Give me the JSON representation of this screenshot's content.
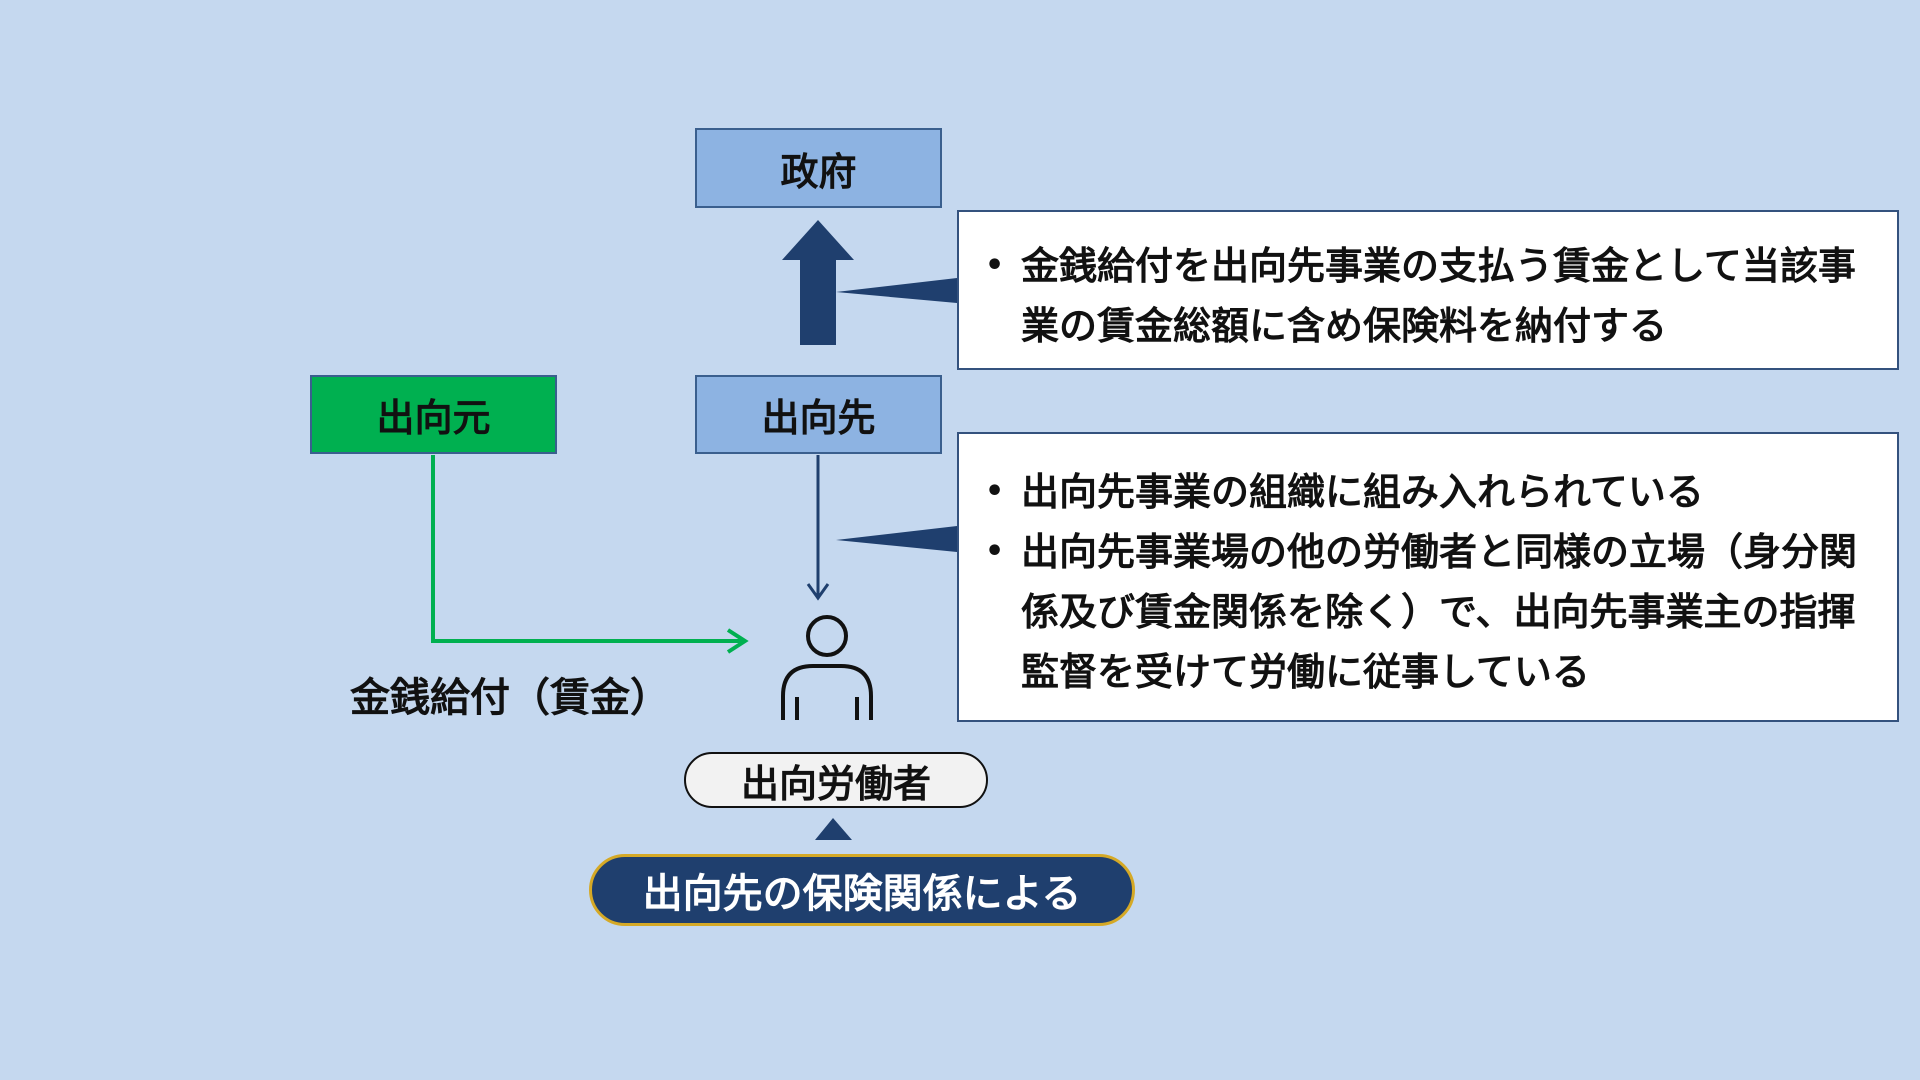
{
  "diagram": {
    "nodes": {
      "government": "政府",
      "destination": "出向先",
      "origin": "出向元"
    },
    "callout_top": {
      "items": [
        "金銭給付を出向先事業の支払う賃金として当該事業の賃金総額に含め保険料を納付する"
      ]
    },
    "callout_bottom": {
      "items": [
        "出向先事業の組織に組み入れられている",
        "出向先事業場の他の労働者と同様の立場（身分関係及び賃金関係を除く）で、出向先事業主の指揮監督を受けて労働に従事している"
      ]
    },
    "bullet_symbol": "•",
    "money_label": "金銭給付（賃金）",
    "worker_label": "出向労働者",
    "insurance_label": "出向先の保険関係による"
  },
  "colors": {
    "background": "#c5d8ef",
    "box_blue": "#8db3e2",
    "box_green": "#00b050",
    "arrow_navy": "#1f3f6e",
    "green_line": "#00b050",
    "pill_border": "#d5a926"
  }
}
